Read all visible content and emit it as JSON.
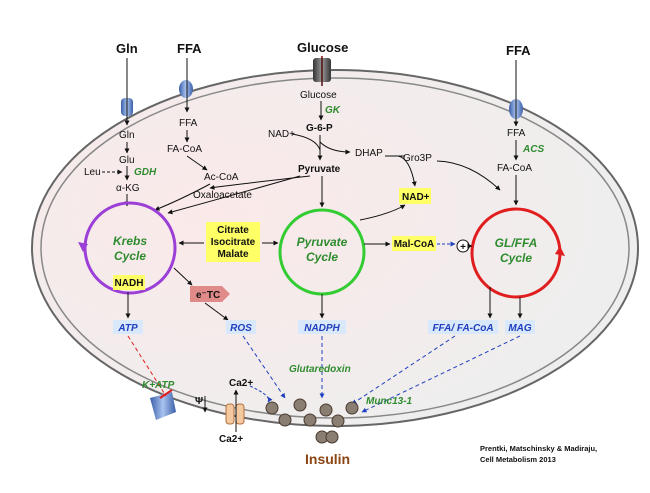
{
  "inputs": {
    "gln": "Gln",
    "ffa_left": "FFA",
    "glucose": "Glucose",
    "ffa_right": "FFA"
  },
  "metabolites": {
    "glucose_in": "Glucose",
    "g6p": "G-6-P",
    "nad_plus_a": "NAD+",
    "pyruvate": "Pyruvate",
    "dhap": "DHAP",
    "gro3p": "Gro3P",
    "gln_in": "Gln",
    "glu": "Glu",
    "leu": "Leu",
    "akg": "α-KG",
    "ffa_in_left": "FFA",
    "facoa_left": "FA-CoA",
    "accoa": "Ac-CoA",
    "oxaloacetate": "Oxaloacetate",
    "ffa_in_right": "FFA",
    "facoa_right": "FA-CoA",
    "nad_plus_b": "NAD+"
  },
  "enzymes": {
    "gk": "GK",
    "gdh": "GDH",
    "acs": "ACS"
  },
  "cycles": {
    "krebs": [
      "Krebs",
      "Cycle"
    ],
    "pyruvate": [
      "Pyruvate",
      "Cycle"
    ],
    "glffa": [
      "GL/FFA",
      "Cycle"
    ]
  },
  "boxes": {
    "citrate": [
      "Citrate",
      "Isocitrate",
      "Malate"
    ],
    "nadh": "NADH",
    "malcoa": "Mal-CoA",
    "etc": "e⁻TC",
    "plus": "+"
  },
  "signals": {
    "atp": "ATP",
    "ros": "ROS",
    "nadph": "NADPH",
    "ffa_facoa": "FFA/ FA-CoA",
    "mag": "MAG",
    "glutaredoxin": "Glutaredoxin",
    "munc": "Munc13-1",
    "katp": "K+ATP",
    "psi": "Ψ",
    "ca_in": "Ca2+",
    "ca_out": "Ca2+",
    "insulin": "Insulin"
  },
  "citation": [
    "Prentki, Matschinsky & Madiraju,",
    "Cell Metabolism 2013"
  ],
  "colors": {
    "krebs": "#9b3fd6",
    "pyruvate": "#33cc33",
    "glffa": "#e01e1e",
    "yellow": "#ffff66",
    "label_blue": "#1f3fbf",
    "label_green": "#2e8b2e",
    "cell_fill": "#f3ecec",
    "insulin": "#8b4513"
  }
}
